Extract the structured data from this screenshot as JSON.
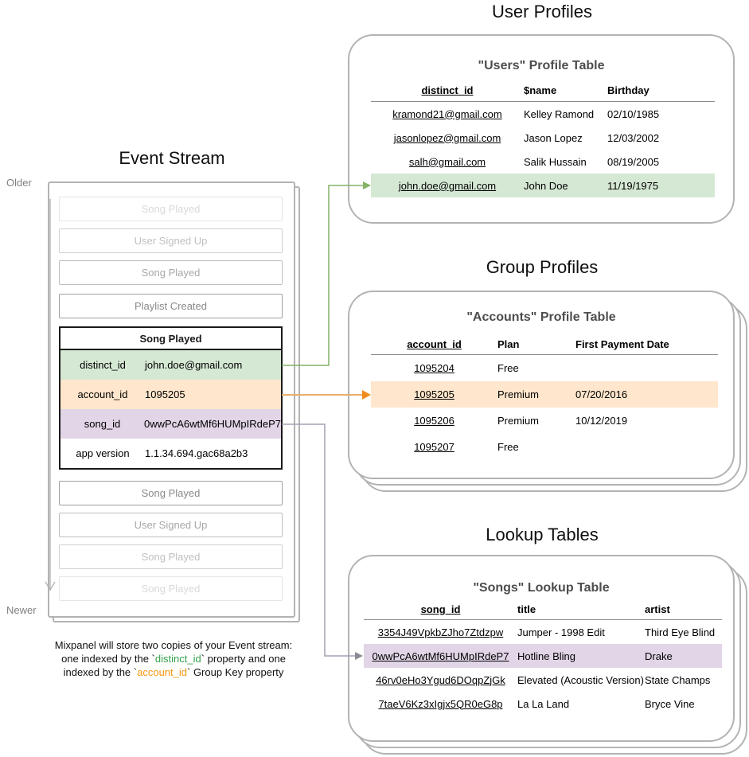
{
  "event_stream": {
    "title": "Event Stream",
    "older_label": "Older",
    "newer_label": "Newer",
    "events_above": [
      "Song Played",
      "User Signed Up",
      "Song Played",
      "Playlist Created"
    ],
    "selected_event": {
      "name": "Song Played",
      "properties": [
        {
          "key": "distinct_id",
          "value": "john.doe@gmail.com"
        },
        {
          "key": "account_id",
          "value": "1095205"
        },
        {
          "key": "song_id",
          "value": "0wwPcA6wtMf6HUMpIRdeP7"
        },
        {
          "key": "app version",
          "value": "1.1.34.694.gac68a2b3"
        }
      ]
    },
    "events_below": [
      "Song Played",
      "User Signed Up",
      "Song Played",
      "Song Played"
    ]
  },
  "caption": {
    "line1": "Mixpanel will store two copies of your Event stream:",
    "line2_pre": "one indexed by the `",
    "line2_key": "distinct_id",
    "line2_post": "` property and one",
    "line3_pre": "indexed by the `",
    "line3_key": "account_id",
    "line3_post": "` Group Key property"
  },
  "user_profiles": {
    "section_title": "User Profiles",
    "card_title": "\"Users\" Profile Table",
    "columns": [
      "distinct_id",
      "$name",
      "Birthday"
    ],
    "rows": [
      {
        "distinct_id": "kramond21@gmail.com",
        "name": "Kelley Ramond",
        "birthday": "02/10/1985"
      },
      {
        "distinct_id": "jasonlopez@gmail.com",
        "name": "Jason Lopez",
        "birthday": "12/03/2002"
      },
      {
        "distinct_id": "salh@gmail.com",
        "name": "Salik Hussain",
        "birthday": "08/19/2005"
      },
      {
        "distinct_id": "john.doe@gmail.com",
        "name": "John Doe",
        "birthday": "11/19/1975"
      }
    ],
    "highlighted_row_index": 3
  },
  "group_profiles": {
    "section_title": "Group Profiles",
    "card_title": "\"Accounts\" Profile Table",
    "columns": [
      "account_id",
      "Plan",
      "First Payment Date"
    ],
    "rows": [
      {
        "account_id": "1095204",
        "plan": "Free",
        "first_payment_date": ""
      },
      {
        "account_id": "1095205",
        "plan": "Premium",
        "first_payment_date": "07/20/2016"
      },
      {
        "account_id": "1095206",
        "plan": "Premium",
        "first_payment_date": "10/12/2019"
      },
      {
        "account_id": "1095207",
        "plan": "Free",
        "first_payment_date": ""
      }
    ],
    "highlighted_row_index": 1
  },
  "lookup_tables": {
    "section_title": "Lookup Tables",
    "card_title": "\"Songs\" Lookup Table",
    "columns": [
      "song_id",
      "title",
      "artist"
    ],
    "rows": [
      {
        "song_id": "3354J49VpkbZJho7Ztdzpw",
        "title": "Jumper - 1998 Edit",
        "artist": "Third Eye Blind"
      },
      {
        "song_id": "0wwPcA6wtMf6HUMpIRdeP7",
        "title": "Hotline Bling",
        "artist": "Drake"
      },
      {
        "song_id": "46rv0eHo3Ygud6DOqpZjGk",
        "title": "Elevated (Acoustic Version)",
        "artist": "State Champs"
      },
      {
        "song_id": "7taeV6Kz3xIgjx5QR0eG8p",
        "title": "La La Land",
        "artist": "Bryce Vine"
      }
    ],
    "highlighted_row_index": 1
  },
  "colors": {
    "distinct_id_highlight": "#d5e8d4",
    "account_id_highlight": "#ffe6cc",
    "song_id_highlight": "#e1d5e7",
    "distinct_id_arrow": "#82b366",
    "account_id_arrow": "#f08c1e",
    "song_id_arrow": "#8f8a97",
    "card_border": "#b3b3b3",
    "caption_distinct_id": "#33a04a",
    "caption_account_id": "#f89612"
  }
}
